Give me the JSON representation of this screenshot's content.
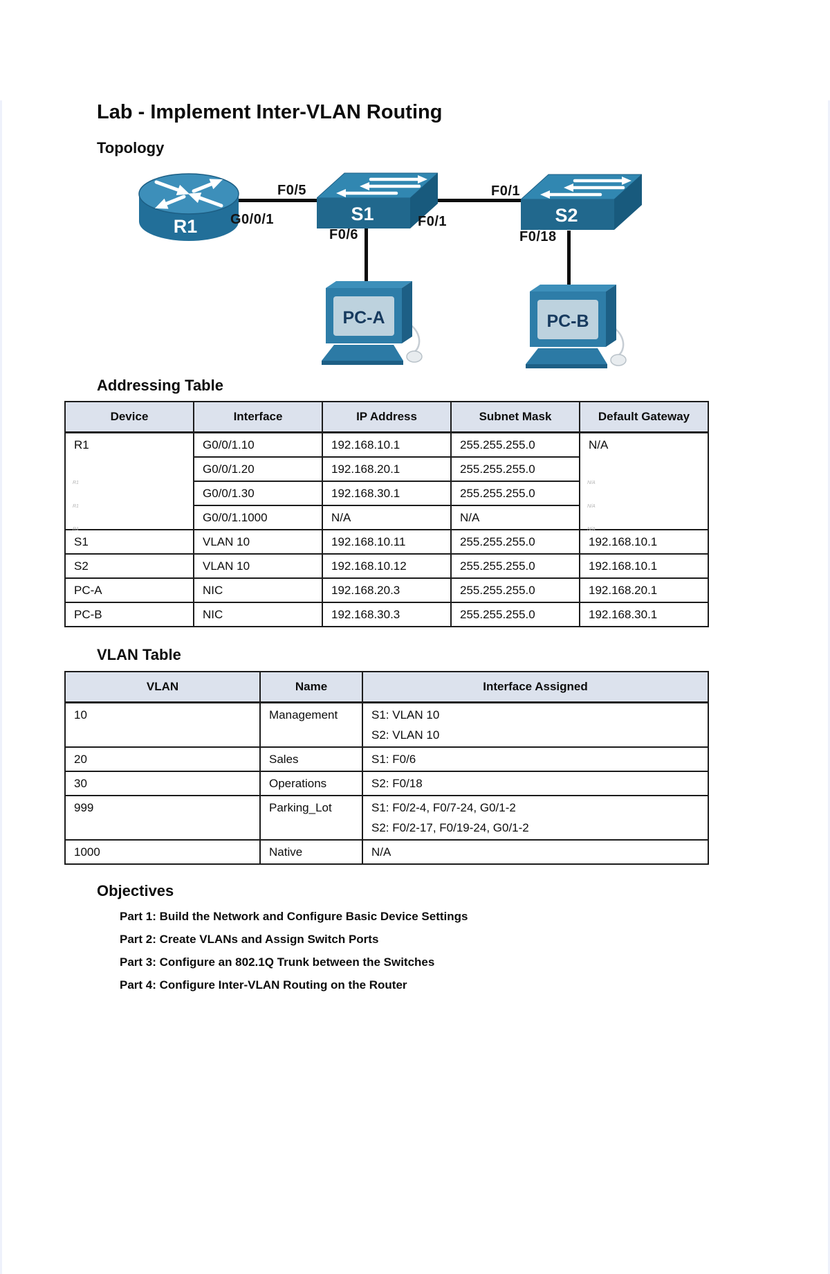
{
  "page": {
    "title": "Lab - Implement Inter-VLAN Routing"
  },
  "topology": {
    "heading": "Topology",
    "devices": {
      "r1": "R1",
      "s1": "S1",
      "s2": "S2",
      "pca": "PC-A",
      "pcb": "PC-B"
    },
    "ports": {
      "r1_g0": "G0/0/1",
      "s1_to_r1": "F0/5",
      "s1_to_pca": "F0/6",
      "s1_to_s2": "F0/1",
      "s2_to_s1": "F0/1",
      "s2_to_pcb": "F0/18"
    },
    "colors": {
      "device_blue": "#2e7da8",
      "device_blue_dark": "#1d5f85",
      "device_blue_top": "#3d8fba",
      "screen_gray": "#bdd2de",
      "label_navy": "#173a5e"
    }
  },
  "addressing_table": {
    "heading": "Addressing Table",
    "headers": [
      "Device",
      "Interface",
      "IP Address",
      "Subnet Mask",
      "Default Gateway"
    ],
    "header_bg": "#dce2ed",
    "rows": [
      {
        "device": "R1",
        "interface": "G0/0/1.10",
        "ip": "192.168.10.1",
        "mask": "255.255.255.0",
        "gateway": "N/A"
      },
      {
        "interface": "G0/0/1.20",
        "ip": "192.168.20.1",
        "mask": "255.255.255.0"
      },
      {
        "interface": "G0/0/1.30",
        "ip": "192.168.30.1",
        "mask": "255.255.255.0"
      },
      {
        "interface": "G0/0/1.1000",
        "ip": "N/A",
        "mask": "N/A"
      },
      {
        "device": "S1",
        "interface": "VLAN 10",
        "ip": "192.168.10.11",
        "mask": "255.255.255.0",
        "gateway": "192.168.10.1"
      },
      {
        "device": "S2",
        "interface": "VLAN 10",
        "ip": "192.168.10.12",
        "mask": "255.255.255.0",
        "gateway": "192.168.10.1"
      },
      {
        "device": "PC-A",
        "interface": "NIC",
        "ip": "192.168.20.3",
        "mask": "255.255.255.0",
        "gateway": "192.168.20.1"
      },
      {
        "device": "PC-B",
        "interface": "NIC",
        "ip": "192.168.30.3",
        "mask": "255.255.255.0",
        "gateway": "192.168.30.1"
      }
    ],
    "ghosts": {
      "device": "R1",
      "gateway": "N/A"
    }
  },
  "vlan_table": {
    "heading": "VLAN Table",
    "headers": [
      "VLAN",
      "Name",
      "Interface Assigned"
    ],
    "rows": [
      {
        "vlan": "10",
        "name": "Management",
        "interfaces": [
          "S1: VLAN 10",
          "S2: VLAN 10"
        ]
      },
      {
        "vlan": "20",
        "name": "Sales",
        "interfaces": [
          "S1: F0/6"
        ]
      },
      {
        "vlan": "30",
        "name": "Operations",
        "interfaces": [
          "S2: F0/18"
        ]
      },
      {
        "vlan": "999",
        "name": "Parking_Lot",
        "interfaces": [
          "S1: F0/2-4, F0/7-24, G0/1-2",
          "S2: F0/2-17, F0/19-24, G0/1-2"
        ]
      },
      {
        "vlan": "1000",
        "name": "Native",
        "interfaces": [
          "N/A"
        ]
      }
    ]
  },
  "objectives": {
    "heading": "Objectives",
    "items": [
      "Part 1: Build the Network and Configure Basic Device Settings",
      "Part 2: Create VLANs and Assign Switch Ports",
      "Part 3: Configure an 802.1Q Trunk between the Switches",
      "Part 4: Configure Inter-VLAN Routing on the Router"
    ]
  }
}
